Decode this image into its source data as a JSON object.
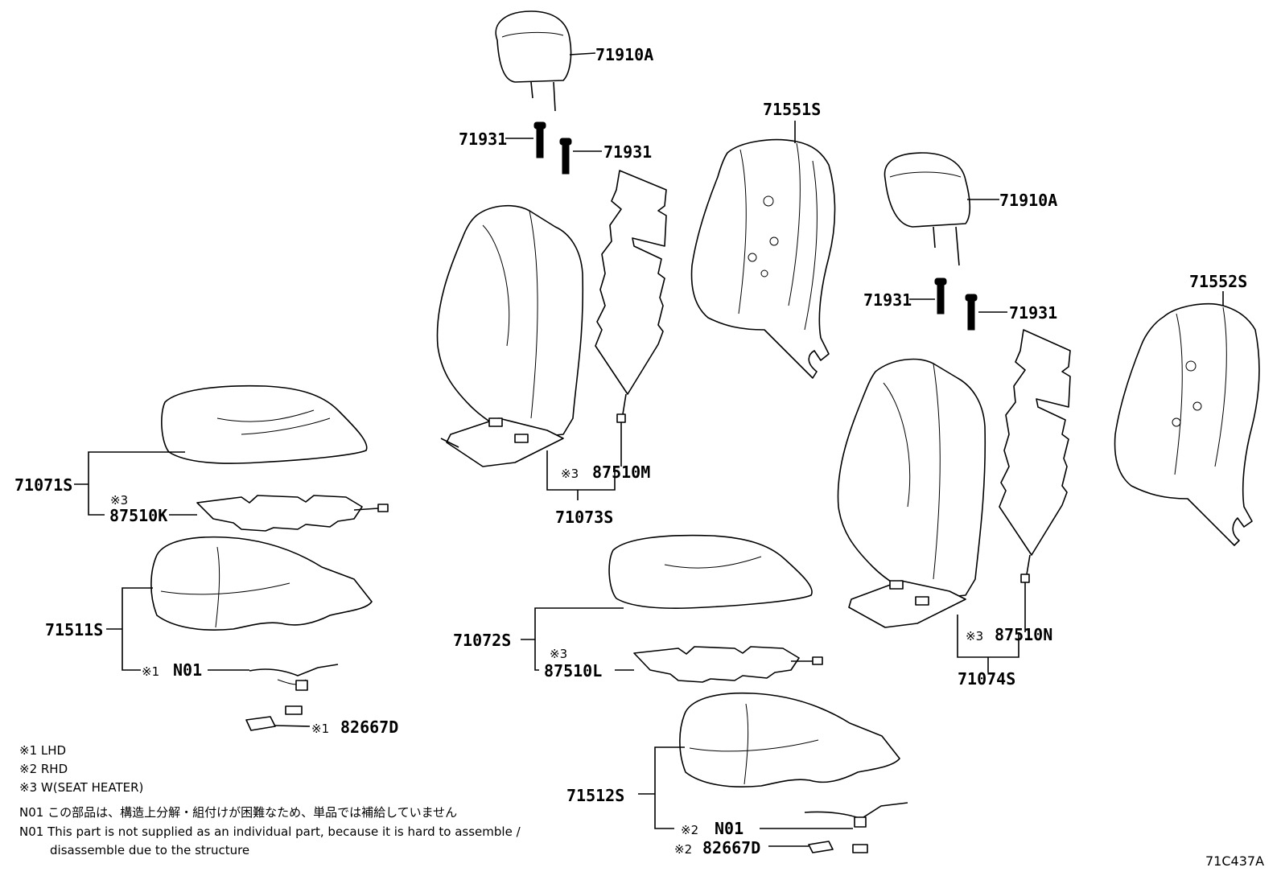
{
  "parts": {
    "headrest_left": "71910A",
    "headrest_right": "71910A",
    "guide_ll": "71931",
    "guide_lr": "71931",
    "guide_rl": "71931",
    "guide_rr": "71931",
    "back_pad_left": "71551S",
    "back_pad_right": "71552S",
    "back_assy_left": "71073S",
    "back_assy_right": "71074S",
    "back_heater_left": "87510M",
    "back_heater_right": "87510N",
    "cushion_assy_left": "71071S",
    "cushion_assy_right": "71072S",
    "cushion_heater_left": "87510K",
    "cushion_heater_right": "87510L",
    "cushion_pad_left": "71511S",
    "cushion_pad_right": "71512S",
    "n01_left": "N01",
    "n01_right": "N01",
    "harness_left": "82667D",
    "harness_right": "82667D"
  },
  "marks": {
    "m3": "※3",
    "m1": "※1",
    "m2": "※2"
  },
  "legend": {
    "l1": "※1 LHD",
    "l2": "※2 RHD",
    "l3": "※3 W(SEAT HEATER)",
    "n01_jp": "N01 この部品は、構造上分解・組付けが困難なため、単品では補給していません",
    "n01_en_1": "N01 This part is not supplied as an individual part, because it is hard to assemble /",
    "n01_en_2": "disassemble due to the structure"
  },
  "figure_ref": "71C437A"
}
